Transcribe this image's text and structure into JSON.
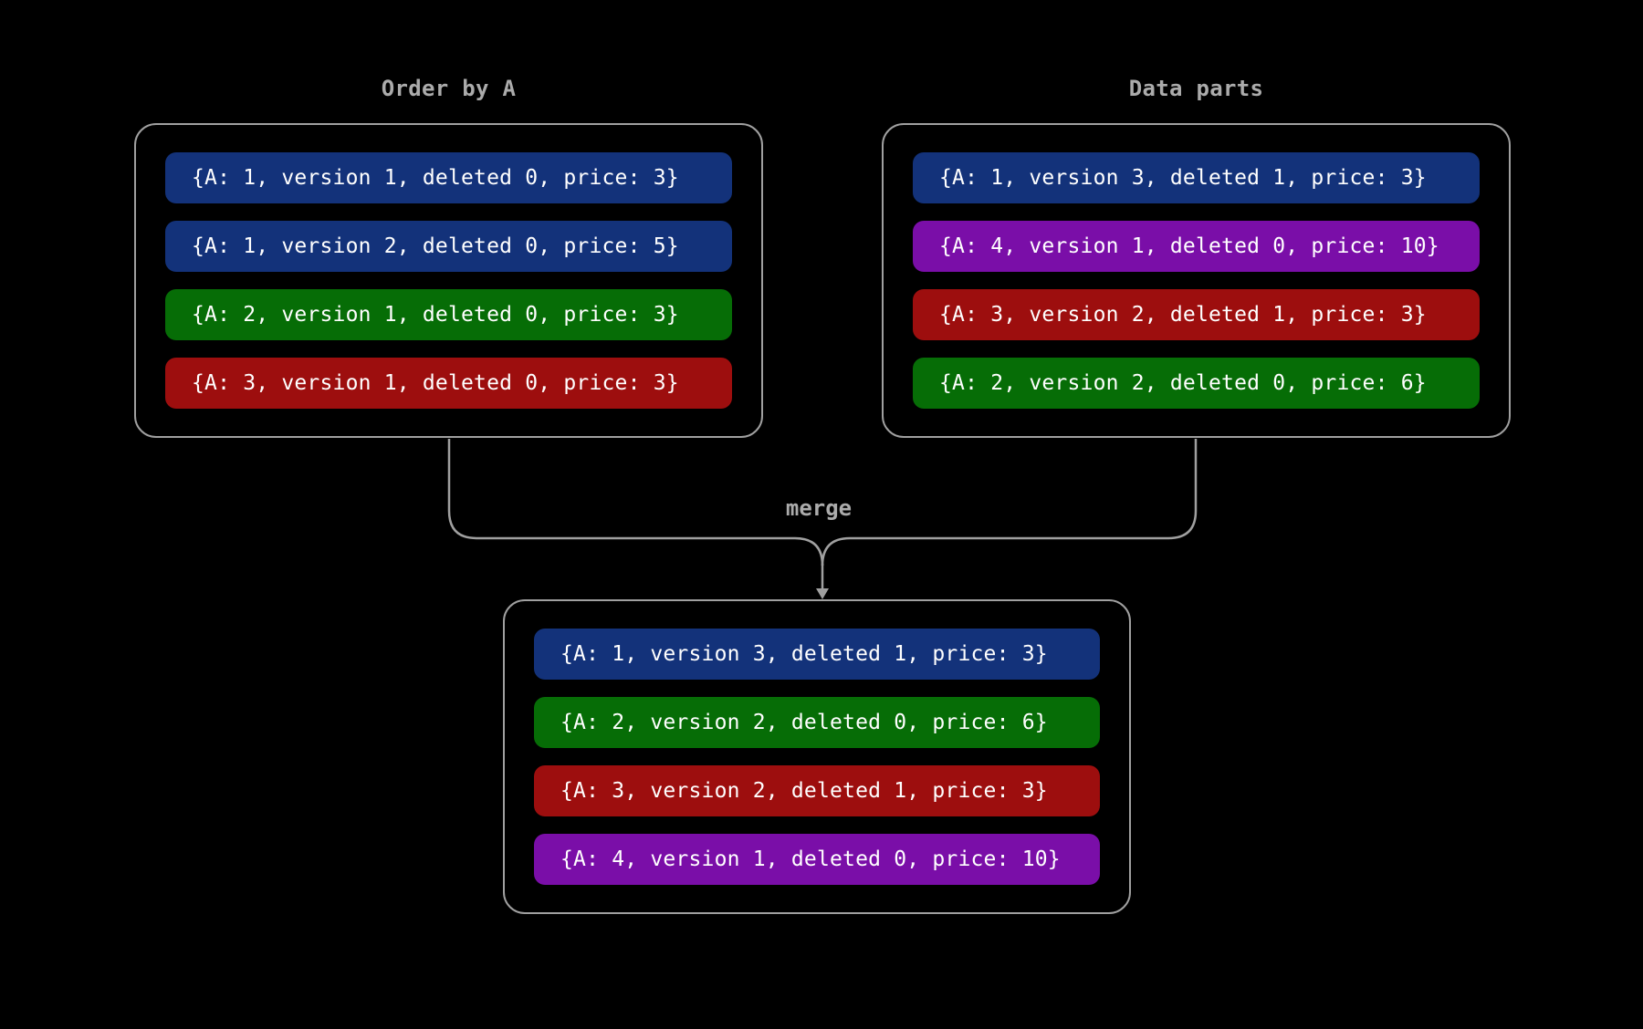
{
  "colors": {
    "background": "#000000",
    "box_border": "#a0a0a0",
    "connector": "#a0a0a0",
    "title_text": "#ababab",
    "row_text": "#ffffff",
    "blue": "#13327a",
    "green": "#066d06",
    "red": "#9d0e0e",
    "purple": "#7a0ea8"
  },
  "labels": {
    "merge": "merge"
  },
  "boxes": {
    "order_by_a": {
      "title": "Order by A",
      "rows": [
        {
          "text": "{A: 1, version 1, deleted 0, price: 3}",
          "color": "blue"
        },
        {
          "text": "{A: 1, version 2, deleted 0, price: 5}",
          "color": "blue"
        },
        {
          "text": "{A: 2, version 1, deleted 0, price: 3}",
          "color": "green"
        },
        {
          "text": "{A: 3, version 1, deleted 0, price: 3}",
          "color": "red"
        }
      ]
    },
    "data_parts": {
      "title": "Data parts",
      "rows": [
        {
          "text": "{A: 1, version 3, deleted 1, price: 3}",
          "color": "blue"
        },
        {
          "text": "{A: 4, version 1, deleted 0, price: 10}",
          "color": "purple"
        },
        {
          "text": "{A: 3, version 2, deleted 1, price: 3}",
          "color": "red"
        },
        {
          "text": "{A: 2, version 2, deleted 0, price: 6}",
          "color": "green"
        }
      ]
    },
    "merged": {
      "rows": [
        {
          "text": "{A: 1, version 3, deleted 1, price: 3}",
          "color": "blue"
        },
        {
          "text": "{A: 2, version 2, deleted 0, price: 6}",
          "color": "green"
        },
        {
          "text": "{A: 3, version 2, deleted 1, price: 3}",
          "color": "red"
        },
        {
          "text": "{A: 4, version 1, deleted 0, price: 10}",
          "color": "purple"
        }
      ]
    }
  }
}
